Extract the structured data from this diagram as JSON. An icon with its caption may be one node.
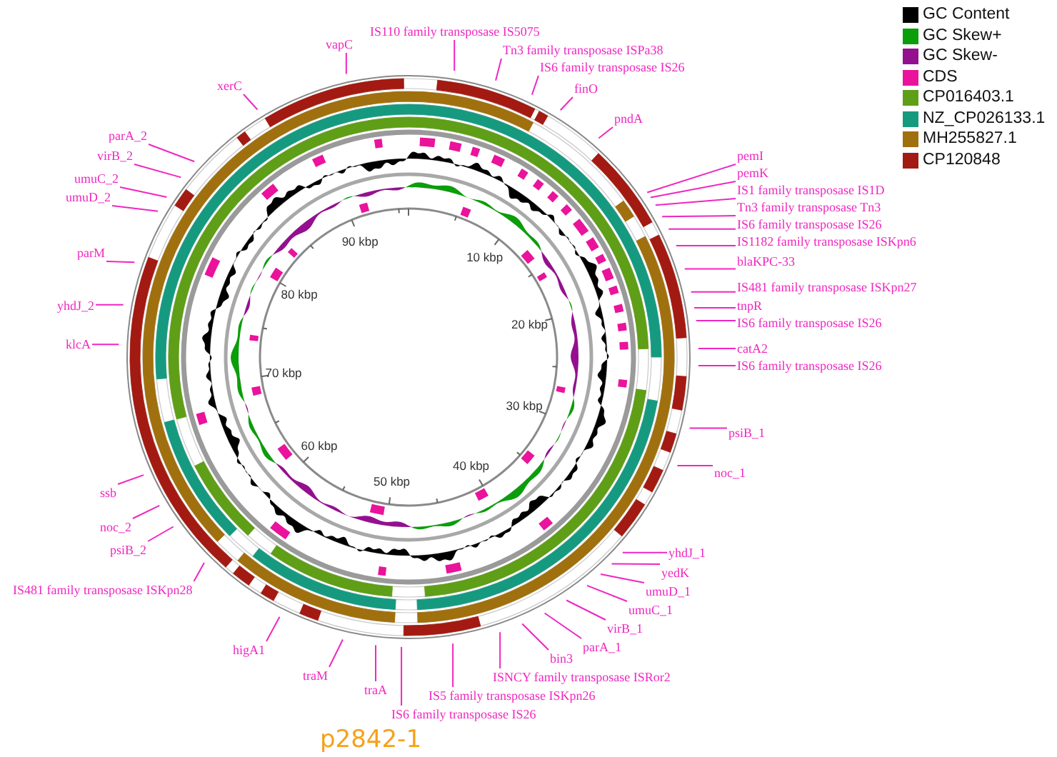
{
  "diagram": {
    "caption": "p2842-1",
    "nodes": [
      {
        "text": [
          "IS110 family transposase IS5075"
        ]
      },
      {
        "text": [
          "Tn3 family transposase ISPa38"
        ]
      },
      {
        "text": [
          "IS6 family transposase IS26"
        ]
      },
      {
        "text": [
          "finO"
        ]
      },
      {
        "text": [
          "pndA"
        ]
      },
      {
        "text": [
          "pemI"
        ]
      },
      {
        "text": [
          "pemK"
        ]
      },
      {
        "text": [
          "IS1 family transposase IS1D"
        ]
      },
      {
        "text": [
          "Tn3 family transposase Tn3"
        ]
      },
      {
        "text": [
          "IS6 family transposase IS26"
        ]
      },
      {
        "text": [
          "IS1182 family transposase ISKpn6"
        ]
      },
      {
        "text": [
          "blaKPC-33"
        ]
      },
      {
        "text": [
          "IS481 family transposase ISKpn27"
        ]
      },
      {
        "text": [
          "tnpR"
        ]
      },
      {
        "text": [
          "IS6 family transposase IS26"
        ]
      },
      {
        "text": [
          "catA2"
        ]
      },
      {
        "text": [
          "IS6 family transposase IS26"
        ]
      },
      {
        "text": [
          "psiB_1"
        ]
      },
      {
        "text": [
          "noc_1"
        ]
      },
      {
        "text": [
          "yhdJ_1"
        ]
      },
      {
        "text": [
          "yedK"
        ]
      },
      {
        "text": [
          "umuD_1"
        ]
      },
      {
        "text": [
          "umuC_1"
        ]
      },
      {
        "text": [
          "virB_1"
        ]
      },
      {
        "text": [
          "parA_1"
        ]
      },
      {
        "text": [
          "bin3"
        ]
      },
      {
        "text": [
          "ISNCY family transposase ISRor2"
        ]
      },
      {
        "text": [
          "IS5 family transposase ISKpn26"
        ]
      },
      {
        "text": [
          "IS6 family transposase IS26"
        ]
      },
      {
        "text": [
          "traA"
        ]
      },
      {
        "text": [
          "traM"
        ]
      },
      {
        "text": [
          "higA1"
        ]
      },
      {
        "text": [
          "IS481 family transposase ISKpn28"
        ]
      },
      {
        "text": [
          "psiB_2"
        ]
      },
      {
        "text": [
          "noc_2"
        ]
      },
      {
        "text": [
          "ssb"
        ]
      },
      {
        "text": [
          "klcA"
        ]
      },
      {
        "text": [
          "yhdJ_2"
        ]
      },
      {
        "text": [
          "parM"
        ]
      },
      {
        "text": [
          "umuD_2"
        ]
      },
      {
        "text": [
          "umuC_2"
        ]
      },
      {
        "text": [
          "virB_2"
        ]
      },
      {
        "text": [
          "parA_2"
        ]
      },
      {
        "text": [
          "xerC"
        ]
      },
      {
        "text": [
          "vapC"
        ]
      }
    ],
    "edges": [
      {
        "from": 0,
        "to": null,
        "arrow": "none"
      },
      {
        "from": 1,
        "to": null,
        "arrow": "none"
      },
      {
        "from": 2,
        "to": null,
        "arrow": "none"
      },
      {
        "from": 3,
        "to": null,
        "arrow": "none"
      },
      {
        "from": 4,
        "to": null,
        "arrow": "none"
      },
      {
        "from": 5,
        "to": null,
        "arrow": "none"
      },
      {
        "from": 6,
        "to": null,
        "arrow": "none"
      },
      {
        "from": 7,
        "to": null,
        "arrow": "none"
      },
      {
        "from": 8,
        "to": null,
        "arrow": "none"
      },
      {
        "from": 9,
        "to": null,
        "arrow": "none"
      },
      {
        "from": 10,
        "to": null,
        "arrow": "none"
      },
      {
        "from": 11,
        "to": null,
        "arrow": "none"
      },
      {
        "from": 12,
        "to": null,
        "arrow": "none"
      },
      {
        "from": 13,
        "to": null,
        "arrow": "none"
      },
      {
        "from": 14,
        "to": null,
        "arrow": "none"
      },
      {
        "from": 15,
        "to": null,
        "arrow": "none"
      },
      {
        "from": 16,
        "to": null,
        "arrow": "none"
      },
      {
        "from": 17,
        "to": null,
        "arrow": "none"
      },
      {
        "from": 18,
        "to": null,
        "arrow": "none"
      },
      {
        "from": 19,
        "to": null,
        "arrow": "none"
      },
      {
        "from": 20,
        "to": null,
        "arrow": "none"
      },
      {
        "from": 21,
        "to": null,
        "arrow": "none"
      },
      {
        "from": 22,
        "to": null,
        "arrow": "none"
      },
      {
        "from": 23,
        "to": null,
        "arrow": "none"
      },
      {
        "from": 24,
        "to": null,
        "arrow": "none"
      },
      {
        "from": 25,
        "to": null,
        "arrow": "none"
      },
      {
        "from": 26,
        "to": null,
        "arrow": "none"
      },
      {
        "from": 27,
        "to": null,
        "arrow": "none"
      },
      {
        "from": 28,
        "to": null,
        "arrow": "none"
      },
      {
        "from": 29,
        "to": null,
        "arrow": "none"
      },
      {
        "from": 30,
        "to": null,
        "arrow": "none"
      },
      {
        "from": 31,
        "to": null,
        "arrow": "none"
      },
      {
        "from": 32,
        "to": null,
        "arrow": "none"
      },
      {
        "from": 33,
        "to": null,
        "arrow": "none"
      },
      {
        "from": 34,
        "to": null,
        "arrow": "none"
      },
      {
        "from": 35,
        "to": null,
        "arrow": "none"
      },
      {
        "from": 36,
        "to": null,
        "arrow": "none"
      },
      {
        "from": 37,
        "to": null,
        "arrow": "none"
      },
      {
        "from": 38,
        "to": null,
        "arrow": "none"
      },
      {
        "from": 39,
        "to": null,
        "arrow": "none"
      },
      {
        "from": 40,
        "to": null,
        "arrow": "none"
      },
      {
        "from": 41,
        "to": null,
        "arrow": "none"
      },
      {
        "from": 42,
        "to": null,
        "arrow": "none"
      },
      {
        "from": 43,
        "to": null,
        "arrow": "none"
      },
      {
        "from": 44,
        "to": null,
        "arrow": "none"
      }
    ],
    "labels": [
      "10 kbp",
      "20 kbp",
      "30 kbp",
      "40 kbp",
      "50 kbp",
      "60 kbp",
      "70 kbp",
      "80 kbp",
      "90 kbp"
    ],
    "legend": [
      {
        "text": "GC Content",
        "color": "#000000"
      },
      {
        "text": "GC Skew+",
        "color": "#0a9e0a"
      },
      {
        "text": "GC Skew-",
        "color": "#94108f"
      },
      {
        "text": "CDS",
        "color": "#ea139b"
      },
      {
        "text": "CP016403.1",
        "color": "#5f9e17"
      },
      {
        "text": "NZ_CP026133.1",
        "color": "#159a80"
      },
      {
        "text": "MH255827.1",
        "color": "#a0700e"
      },
      {
        "text": "CP120848",
        "color": "#a31a12"
      }
    ]
  }
}
